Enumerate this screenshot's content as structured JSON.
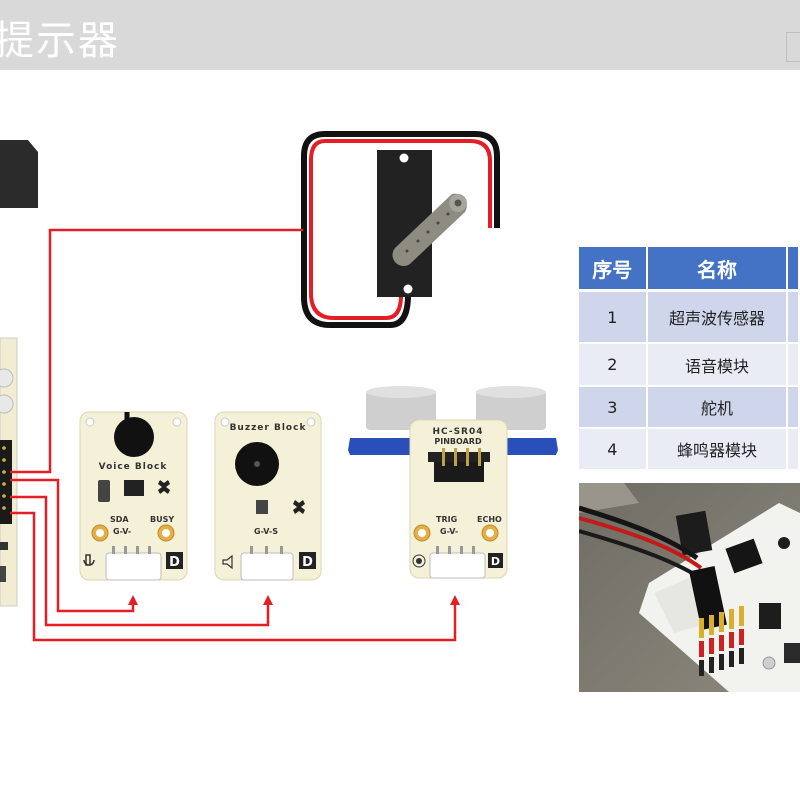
{
  "header": {
    "title": "提示器"
  },
  "modules": {
    "voice": {
      "title": "Voice Block",
      "pins_left": "SDA",
      "pins_right": "BUSY",
      "pins_bottom": "G-V-"
    },
    "buzzer": {
      "title": "Buzzer Block",
      "pins_bottom": "G-V-S"
    },
    "ultrasonic": {
      "title": "HC-SR04",
      "subtitle": "PINBOARD",
      "pins_left": "TRIG",
      "pins_right": "ECHO",
      "pins_bottom": "G-V-"
    },
    "brand_letter": "D"
  },
  "table": {
    "headers": [
      "序号",
      "名称"
    ],
    "rows": [
      {
        "no": "1",
        "name": "超声波传感器"
      },
      {
        "no": "2",
        "name": "语音模块"
      },
      {
        "no": "3",
        "name": "舵机"
      },
      {
        "no": "4",
        "name": "蜂鸣器模块"
      }
    ]
  },
  "colors": {
    "wire": "#e31e24",
    "table_header": "#4472c4",
    "row_odd": "#cfd5ea",
    "row_even": "#e9ebf5",
    "board": "#f5f1d8",
    "title_bar": "#d9d9d9"
  }
}
